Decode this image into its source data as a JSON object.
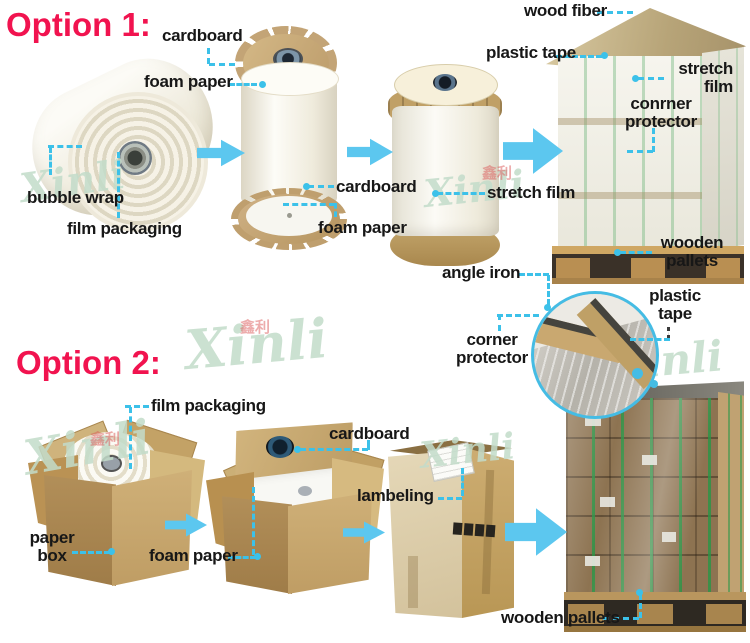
{
  "titles": {
    "option1": "Option 1:",
    "option2": "Option 2:"
  },
  "watermark": {
    "script": "Xinli",
    "cjk": "鑫利"
  },
  "colors": {
    "title_red": "#f1134f",
    "accent_blue": "#3cc1e9",
    "arrow_blue": "#5cc7ef",
    "label_black": "#171717",
    "watermark_green": "#c3dcca",
    "cardboard_tan": "#c9a96e",
    "strap_green": "#2f9e50"
  },
  "icons": {
    "arrow_right": "fat right-pointing process arrow",
    "magnifier_circle": "zoom detail circle with callout dots"
  },
  "option1": {
    "labels": {
      "cardboard_top": "cardboard",
      "foam_paper_top": "foam paper",
      "bubble_wrap": "bubble wrap",
      "film_packaging": "film packaging",
      "cardboard_mid": "cardboard",
      "foam_paper_mid": "foam paper",
      "wood_fiber": "wood fiber",
      "plastic_tape": "plastic tape",
      "stretch_film_right": "stretch\nfilm",
      "corner_protector": "conrner\nprotector",
      "stretch_film_left": "stretch film",
      "wooden_pallets": "wooden\npallets"
    }
  },
  "detail": {
    "labels": {
      "angle_iron": "angle iron",
      "corner_protector": "corner\nprotector",
      "plastic_tape": "plastic\ntape"
    }
  },
  "option2": {
    "labels": {
      "film_packaging": "film packaging",
      "cardboard": "cardboard",
      "lambeling": "lambeling",
      "paper_box": "paper\nbox",
      "foam_paper": "foam paper",
      "wooden_pallets": "wooden pallets"
    }
  }
}
